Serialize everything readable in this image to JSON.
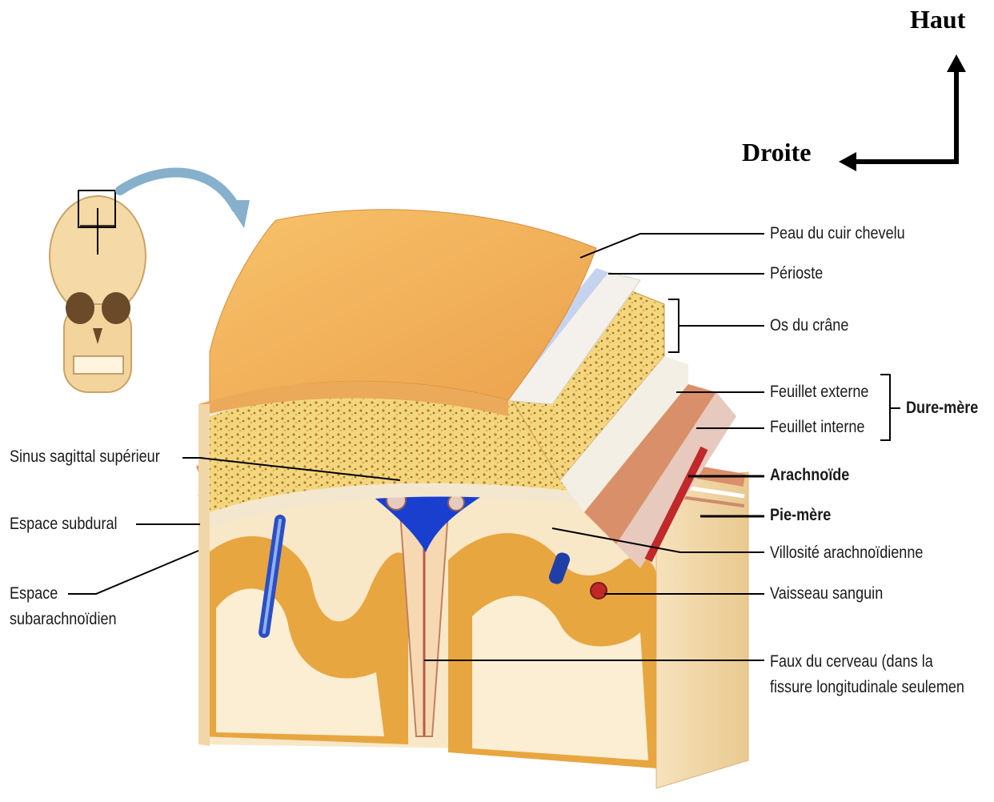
{
  "orientation": {
    "up_label": "Haut",
    "right_label": "Droite"
  },
  "labels_right": [
    {
      "id": "scalp",
      "text": "Peau du cuir chevelu"
    },
    {
      "id": "periosteum",
      "text": "Périoste"
    },
    {
      "id": "skull-bone",
      "text": "Os du crâne"
    },
    {
      "id": "outer-layer",
      "text": "Feuillet externe"
    },
    {
      "id": "inner-layer",
      "text": "Feuillet interne"
    },
    {
      "id": "dura-group",
      "text": "Dure-mère"
    },
    {
      "id": "arachnoid",
      "text": "Arachnoïde"
    },
    {
      "id": "pia-mater",
      "text": "Pie-mère"
    },
    {
      "id": "arachnoid-villus",
      "text": "Villosité arachnoïdienne"
    },
    {
      "id": "blood-vessel",
      "text": "Vaisseau sanguin"
    },
    {
      "id": "falx-line1",
      "text": "Faux du cerveau (dans la"
    },
    {
      "id": "falx-line2",
      "text": "fissure longitudinale seulemen"
    }
  ],
  "labels_left": [
    {
      "id": "sagittal-sinus",
      "text": "Sinus sagittal supérieur"
    },
    {
      "id": "subdural",
      "text": "Espace subdural"
    },
    {
      "id": "subarachnoid-1",
      "text": "Espace"
    },
    {
      "id": "subarachnoid-2",
      "text": "subarachnoïdien"
    }
  ],
  "colors": {
    "scalp": "#f2b45a",
    "periosteum": "#f4f1ec",
    "bone": "#f0d27a",
    "dura": "#d9906a",
    "sinus": "#1a3fcf",
    "brain_gray": "#e8a640",
    "brain_white": "#fbeed2",
    "vessel_red": "#c0282a"
  }
}
